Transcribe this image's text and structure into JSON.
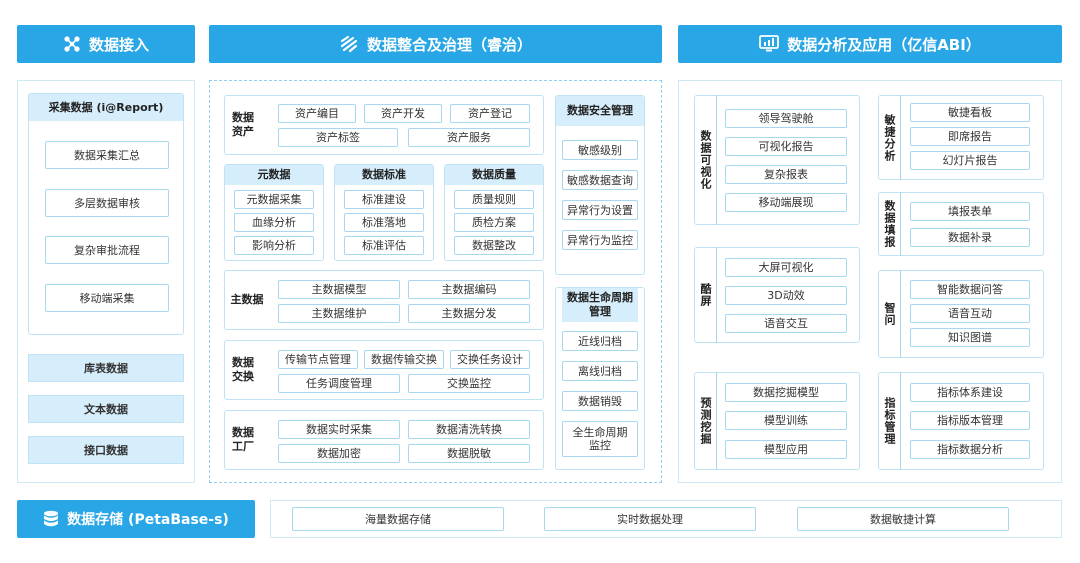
{
  "headers": {
    "ingest": "数据接入",
    "governance": "数据整合及治理（睿治）",
    "analysis": "数据分析及应用（亿信ABI）",
    "storage": "数据存储 (PetaBase-s)"
  },
  "ingest": {
    "collect_title": "采集数据 (i@Report)",
    "collect_items": [
      "数据采集汇总",
      "多层数据审核",
      "复杂审批流程",
      "移动端采集"
    ],
    "other_sources": [
      "库表数据",
      "文本数据",
      "接口数据"
    ]
  },
  "governance": {
    "assets": {
      "label": "数据资产",
      "items": [
        "资产编目",
        "资产开发",
        "资产登记",
        "资产标签",
        "资产服务"
      ]
    },
    "metadata": {
      "title": "元数据",
      "items": [
        "元数据采集",
        "血缘分析",
        "影响分析"
      ]
    },
    "standard": {
      "title": "数据标准",
      "items": [
        "标准建设",
        "标准落地",
        "标准评估"
      ]
    },
    "quality": {
      "title": "数据质量",
      "items": [
        "质量规则",
        "质检方案",
        "数据整改"
      ]
    },
    "master": {
      "label": "主数据",
      "items": [
        "主数据模型",
        "主数据编码",
        "主数据维护",
        "主数据分发"
      ]
    },
    "exchange": {
      "label": "数据交换",
      "items": [
        "传输节点管理",
        "数据传输交换",
        "交换任务设计",
        "任务调度管理",
        "交换监控"
      ]
    },
    "factory": {
      "label": "数据工厂",
      "items": [
        "数据实时采集",
        "数据清洗转换",
        "数据加密",
        "数据脱敏"
      ]
    },
    "security": {
      "title": "数据安全管理",
      "items": [
        "敏感级别",
        "敏感数据查询",
        "异常行为设置",
        "异常行为监控"
      ]
    },
    "lifecycle": {
      "title": "数据生命周期管理",
      "items": [
        "近线归档",
        "离线归档",
        "数据销毁",
        "全生命周期监控"
      ]
    }
  },
  "analysis": {
    "visual": {
      "label": "数据可视化",
      "items": [
        "领导驾驶舱",
        "可视化报告",
        "复杂报表",
        "移动端展现"
      ]
    },
    "agile": {
      "label": "敏捷分析",
      "items": [
        "敏捷看板",
        "即席报告",
        "幻灯片报告"
      ]
    },
    "fill": {
      "label": "数据填报",
      "items": [
        "填报表单",
        "数据补录"
      ]
    },
    "cool": {
      "label": "酷屏",
      "items": [
        "大屏可视化",
        "3D动效",
        "语音交互"
      ]
    },
    "smart": {
      "label": "智问",
      "items": [
        "智能数据问答",
        "语音互动",
        "知识图谱"
      ]
    },
    "mining": {
      "label": "预测挖掘",
      "items": [
        "数据挖掘模型",
        "模型训练",
        "模型应用"
      ]
    },
    "indicator": {
      "label": "指标管理",
      "items": [
        "指标体系建设",
        "指标版本管理",
        "指标数据分析"
      ]
    }
  },
  "storage": {
    "items": [
      "海量数据存储",
      "实时数据处理",
      "数据敏捷计算"
    ]
  },
  "colors": {
    "header_bg": "#29a6e6",
    "panel_title_bg": "#d6eefb",
    "border": "#a8d8f0"
  }
}
